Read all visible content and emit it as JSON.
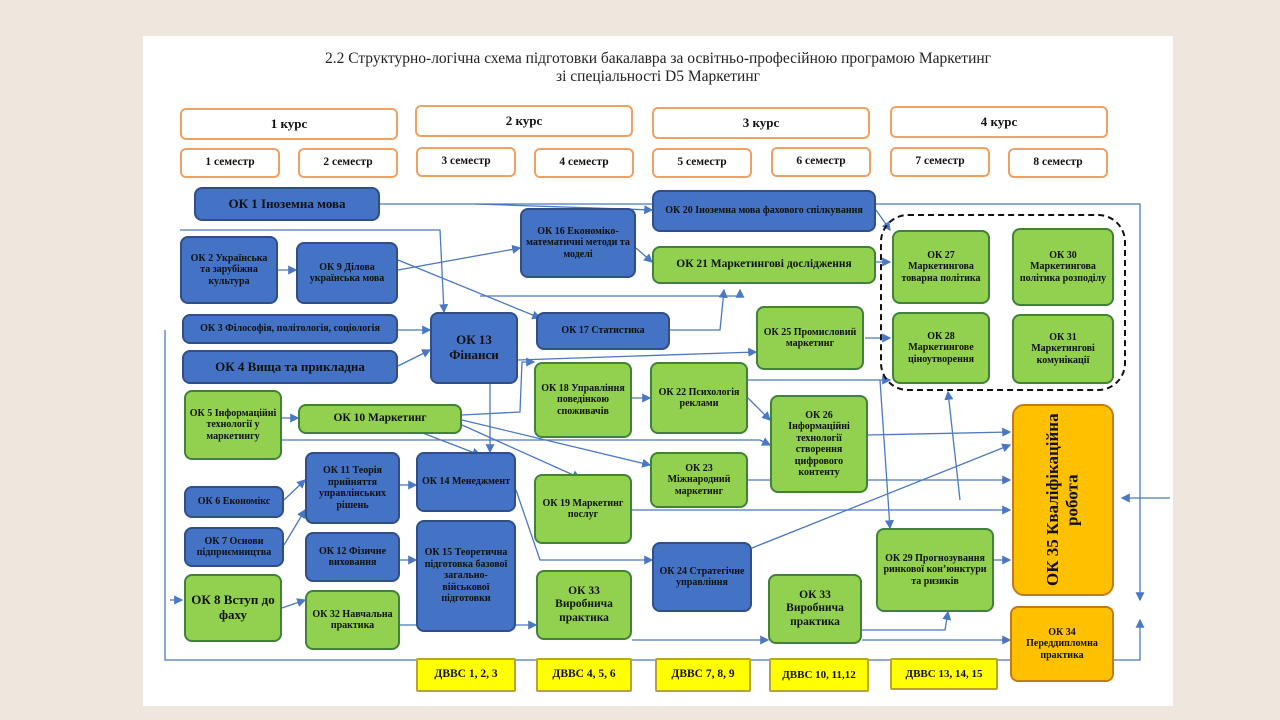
{
  "title": {
    "line1": "2.2 Структурно-логічна схема підготовки бакалавра за освітньо-професійною програмою Маркетинг",
    "line2": "зі спеціальності D5 Маркетинг"
  },
  "courses": [
    "1 курс",
    "2 курс",
    "3 курс",
    "4 курс"
  ],
  "semesters": [
    "1 семестр",
    "2 семестр",
    "3 семестр",
    "4 семестр",
    "5 семестр",
    "6 семестр",
    "7 семестр",
    "8 семестр"
  ],
  "nodes": {
    "ok1": "ОК 1 Іноземна мова",
    "ok2": "ОК 2 Українська та зарубіжна культура",
    "ok3": "ОК 3 Філософія, політологія, соціологія",
    "ok4": "ОК 4 Вища та прикладна",
    "ok5": "ОК 5 Інформаційні технології у маркетингу",
    "ok6": "ОК 6 Економікс",
    "ok7": "ОК 7 Основи підприємництва",
    "ok8": "ОК 8 Вступ до фаху",
    "ok9": "ОК 9 Ділова українська мова",
    "ok10": "ОК 10 Маркетинг",
    "ok11": "ОК 11 Теорія прийняття управлінських рішень",
    "ok12": "ОК 12 Фізичне виховання",
    "ok32": "ОК 32 Навчальна практика",
    "ok13": "ОК 13 Фінанси",
    "ok14": "ОК 14 Менеджмент",
    "ok15": "ОК 15 Теоретична підготовка базової загально-військової підготовки",
    "ok16": "ОК 16 Економіко-математичні методи та моделі",
    "ok17": "ОК 17 Статистика",
    "ok18": "ОК 18 Управління поведінкою споживачів",
    "ok19": "ОК 19 Маркетинг послуг",
    "ok33a": "ОК 33 Виробнича практика",
    "ok20": "ОК 20 Іноземна мова фахового спілкування",
    "ok21": "ОК 21 Маркетингові дослідження",
    "ok22": "ОК 22 Психологія реклами",
    "ok23": "ОК 23 Міжнародний маркетинг",
    "ok24": "ОК 24 Стратегічне управління",
    "ok25": "ОК 25 Промисловий маркетинг",
    "ok26": "ОК 26 Інформаційні технології створення цифрового контенту",
    "ok33b": "ОК 33 Виробнича практика",
    "ok27": "ОК 27 Маркетингова товарна політика",
    "ok28": "ОК 28 Маркетингове ціноутворення",
    "ok29": "ОК 29 Прогнозування ринкової кон’юнктури та ризиків",
    "ok30": "ОК 30 Маркетингова політика розподілу",
    "ok31": "ОК 31 Маркетингові комунікації",
    "ok35": "ОК 35 Кваліфікаційна робота",
    "ok34": "ОК 34 Переддипломна практика"
  },
  "dvvs": [
    "ДВВС 1, 2, 3",
    "ДВВС 4, 5, 6",
    "ДВВС 7, 8, 9",
    "ДВВС 10, 11,12",
    "ДВВС 13, 14, 15"
  ],
  "colors": {
    "core_blue": "#4472c4",
    "core_green": "#92d050",
    "final_gold": "#ffc000",
    "elective_yellow": "#ffff00",
    "header_border": "#f0a060",
    "arrow": "#4a78c2"
  }
}
